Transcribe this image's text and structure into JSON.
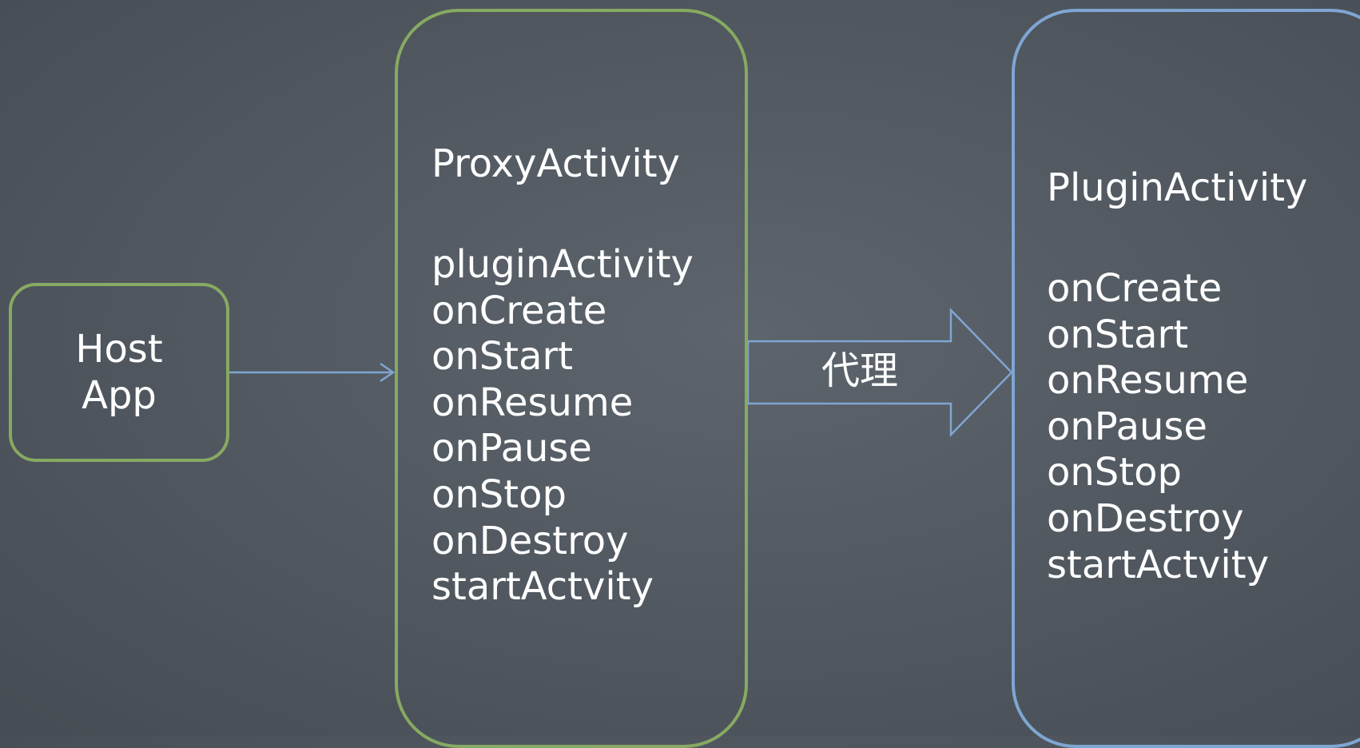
{
  "nodes": {
    "host": {
      "lines": [
        "Host",
        "App"
      ]
    },
    "proxy": {
      "title": "ProxyActivity",
      "items": [
        "pluginActivity",
        "onCreate",
        "onStart",
        "onResume",
        "onPause",
        "onStop",
        "onDestroy",
        "startActvity"
      ]
    },
    "plugin": {
      "title": "PluginActivity",
      "items": [
        "onCreate",
        "onStart",
        "onResume",
        "onPause",
        "onStop",
        "onDestroy",
        "startActvity"
      ]
    }
  },
  "edges": {
    "host_to_proxy": {
      "label": ""
    },
    "proxy_to_plugin": {
      "label": "代理"
    }
  },
  "colors": {
    "green_outline": "#86aa62",
    "blue_outline": "#7fa6d2",
    "text": "#ffffff"
  }
}
